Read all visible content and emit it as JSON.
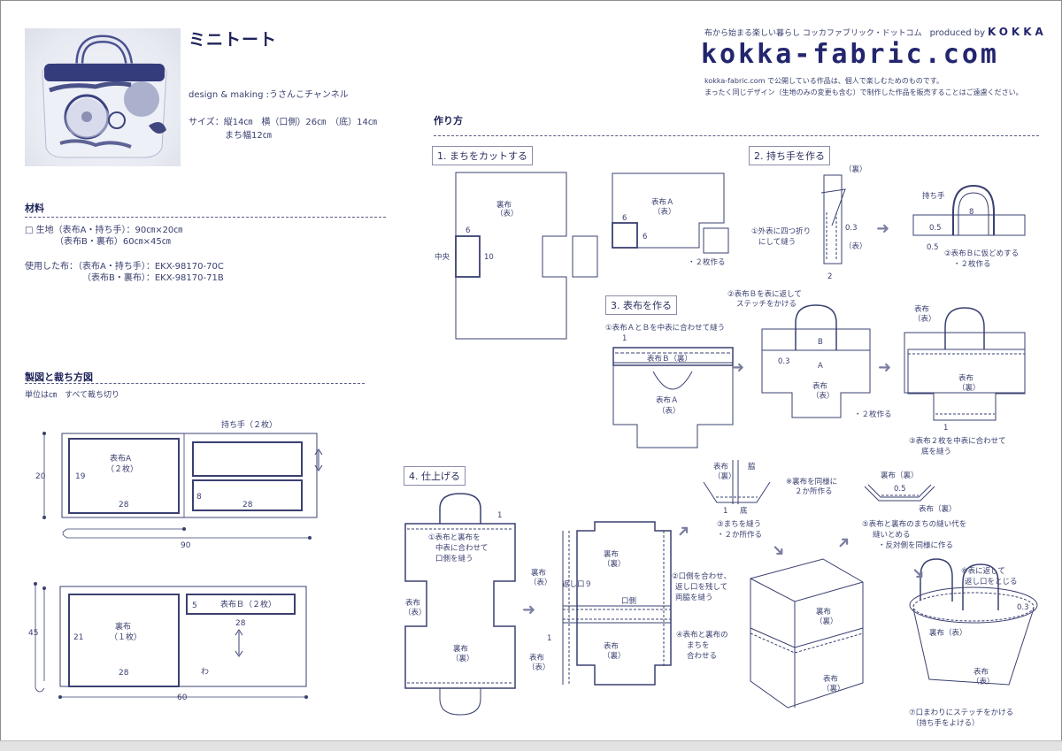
{
  "header": {
    "title": "ミニトート",
    "design_label": "design & making :うさんこチャンネル",
    "size_line1": "サイズ：縦14㎝　横（口側）26㎝　（底）14㎝",
    "size_line2": "まち幅12㎝",
    "photo_alt": "tote-bag-photo"
  },
  "brand": {
    "tagline": "布から始まる楽しい暮らし コッカファブリック・ドットコム",
    "produced_by": "produced by",
    "company": "KOKKA",
    "logo": "kokka-fabric.com",
    "notice_line1": "kokka-fabric.com で公開している作品は、個人で楽しむためのものです。",
    "notice_line2": "まったく同じデザイン（生地のみの変更も含む）で制作した作品を販売することはご遠慮ください。"
  },
  "materials": {
    "heading": "材料",
    "fabric_line1": "□ 生地（表布A・持ち手）：90㎝×20㎝",
    "fabric_line2": "（表布B・裏布）60㎝×45㎝",
    "used_line1": "使用した布：（表布A・持ち手）：EKX-98170-70C",
    "used_line2": "（表布B・裏布）：EKX-98170-71B"
  },
  "pattern": {
    "heading": "製図と裁ち方図",
    "note": "単位は㎝　すべて裁ち切り",
    "layout1": {
      "height": "20",
      "width": "90",
      "piece_a_label": "表布A",
      "piece_a_count": "（２枚）",
      "piece_a_h": "19",
      "piece_a_w": "28",
      "handle_label": "持ち手（２枚）",
      "handle_h": "8",
      "handle_w": "28"
    },
    "layout2": {
      "height": "45",
      "width": "60",
      "lining_label": "裏布",
      "lining_count": "（１枚）",
      "lining_h": "21",
      "lining_w": "28",
      "piece_b_label": "表布Ｂ（２枚）",
      "piece_b_h": "5",
      "piece_b_w": "28",
      "fold_label": "わ"
    }
  },
  "howto": {
    "heading": "作り方",
    "step1": {
      "title": "1. まちをカットする",
      "lining_label": "裏布",
      "lining_side": "（表）",
      "corner_w": "6",
      "corner_h": "10",
      "center_label": "中央",
      "outer_label": "表布Ａ",
      "outer_side": "（表）",
      "outer_corner_w": "6",
      "outer_corner_h": "6",
      "make_two": "・２枚作る"
    },
    "step2": {
      "title": "2. 持ち手を作る",
      "reverse_label": "（裏）",
      "front_label": "（表）",
      "fold_note1": "①外表に四つ折り",
      "fold_note2": "にして縫う",
      "stitch": "0.3",
      "width": "2",
      "handle_label": "持ち手",
      "handle_gap": "8",
      "offset1": "0.5",
      "offset2": "0.5",
      "baste_note": "②表布Ｂに仮どめする",
      "make_two": "・２枚作る"
    },
    "step3": {
      "title": "3. 表布を作る",
      "note1": "①表布ＡとＢを中表に合わせて縫う",
      "seam1": "1",
      "b_back": "表布Ｂ（裏）",
      "a_label": "表布Ａ",
      "a_side": "（表）",
      "note2_line1": "②表布Ｂを表に返して",
      "note2_line2": "ステッチをかける",
      "stitch": "0.3",
      "b": "B",
      "a": "A",
      "front": "表布",
      "front_side": "（表）",
      "make_two": "・２枚作る",
      "outer_label": "表布",
      "outer_side": "（表）",
      "inner_side": "（裏）",
      "seam2": "1",
      "note3_line1": "③表布２枚を中表に合わせて",
      "note3_line2": "底を縫う"
    },
    "step4": {
      "title": "4. 仕上げる",
      "seam": "1",
      "note1_line1": "①表布と裏布を",
      "note1_line2": "中表に合わせて",
      "note1_line3": "口側を縫う",
      "outer": "表布",
      "outer_side": "（表）",
      "lining": "裏布",
      "lining_back": "（裏）",
      "lining_front": "（表）",
      "opening": "返し口９",
      "mouth": "口側",
      "note2_line1": "②口側を合わせ、",
      "note2_line2": "返し口を残して",
      "note2_line3": "両脇を縫う",
      "side": "脇",
      "bottom": "底",
      "gusset_seam": "1",
      "repeat_note1": "※裏布を同様に",
      "repeat_note2": "２か所作る",
      "note3_line1": "③まちを縫う",
      "note3_line2": "・２か所作る",
      "note4_line1": "④表布と裏布の",
      "note4_line2": "まちを",
      "note4_line3": "合わせる",
      "inner_back": "裏布（裏）",
      "allowance": "0.5",
      "outer_back": "表布（裏）",
      "note5_line1": "⑤表布と裏布のまちの縫い代を",
      "note5_line2": "縫いとめる",
      "note5_line3": "・反対側を同様に作る",
      "note6_line1": "⑥表に返して",
      "note6_line2": "返し口をとじる",
      "topstitch": "0.3",
      "lining_front_label": "裏布（表）",
      "outer_front_label": "表布",
      "outer_front_side": "（表）",
      "note7_line1": "⑦口まわりにステッチをかける",
      "note7_line2": "（持ち手をよける）"
    }
  }
}
